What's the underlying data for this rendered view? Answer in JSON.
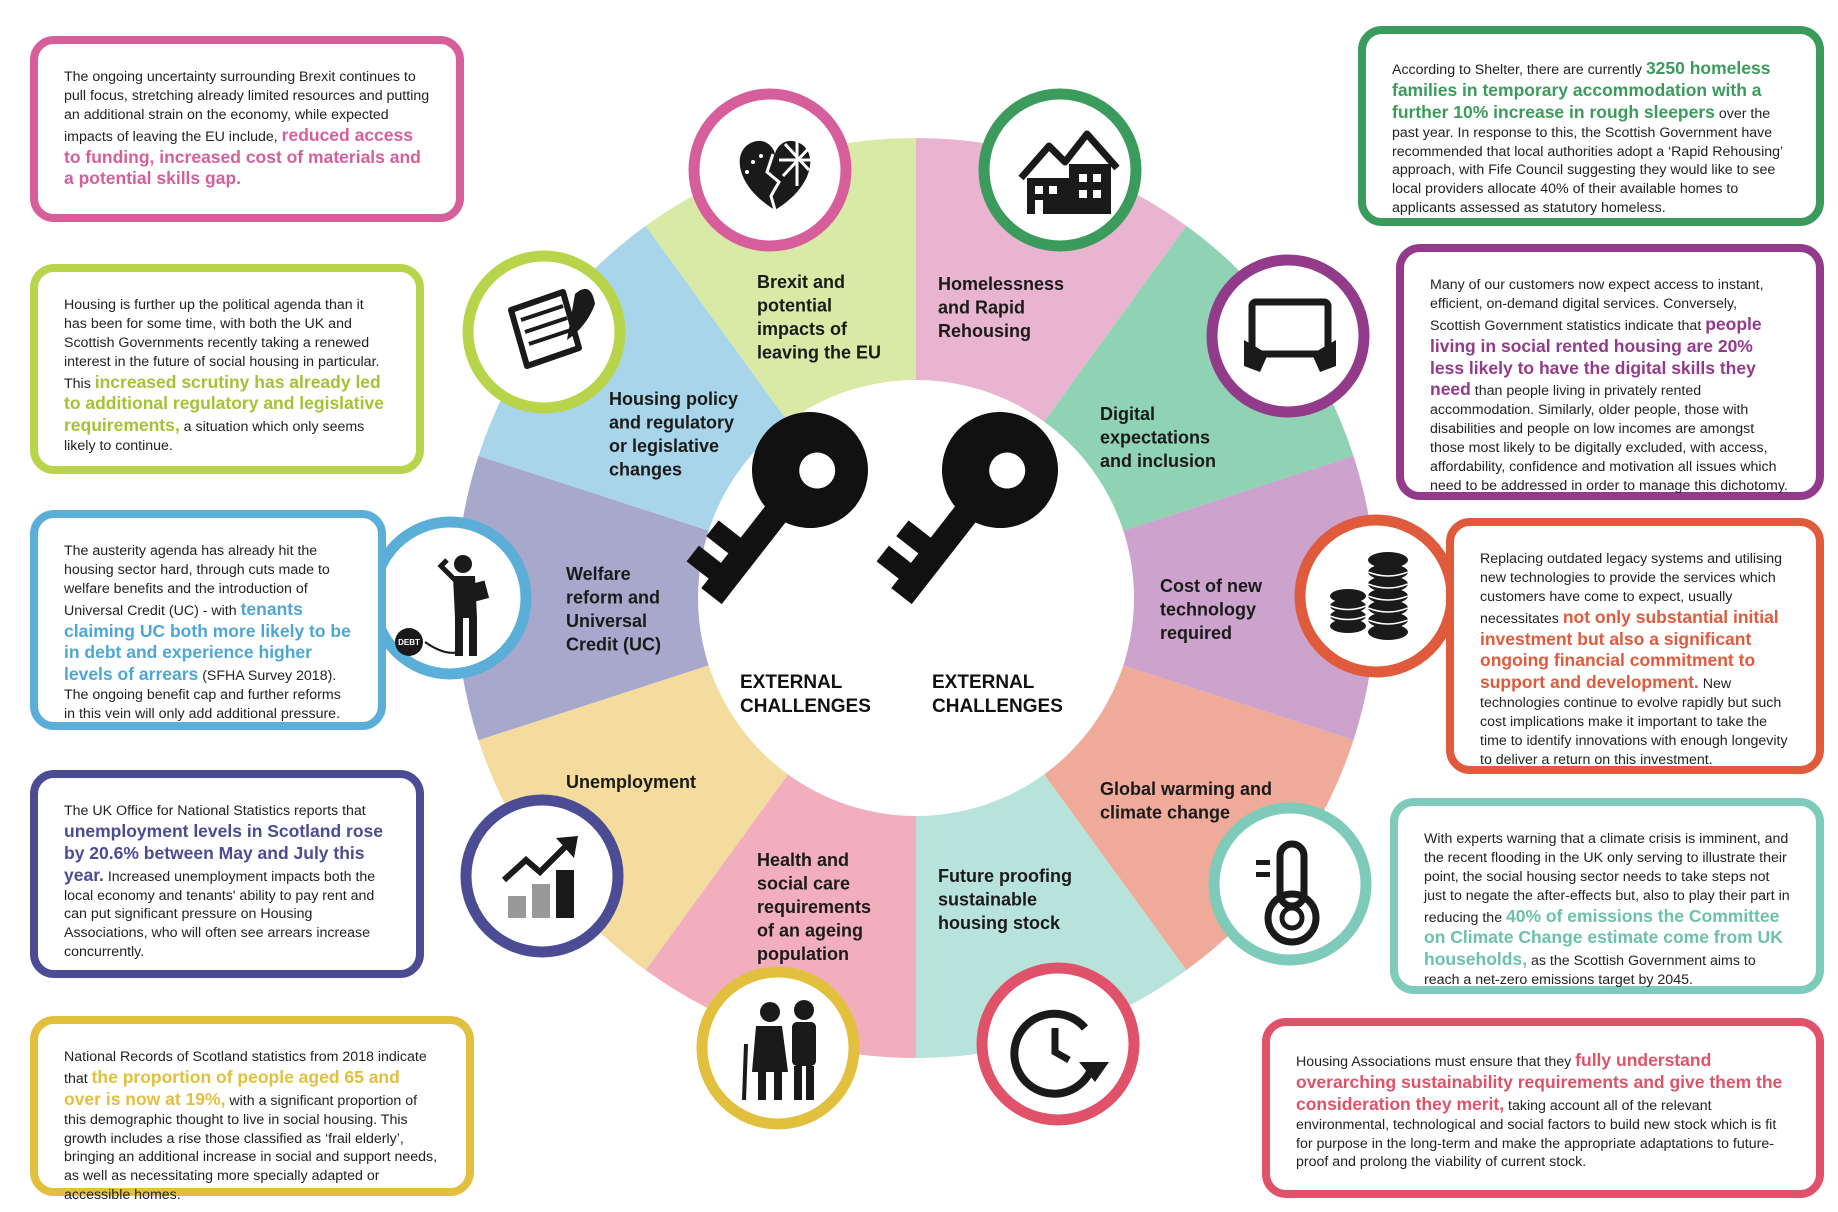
{
  "center": {
    "labels": [
      "EXTERNAL CHALLENGES",
      "EXTERNAL CHALLENGES"
    ]
  },
  "segments": [
    {
      "id": "brexit",
      "label": [
        "Brexit and",
        "potential",
        "impacts of",
        "leaving the EU"
      ],
      "color": "#e9b4cf",
      "ring": "#d65f9b",
      "icon": "broken-heart-flags-icon"
    },
    {
      "id": "homelessness",
      "label": [
        "Homelessness",
        "and Rapid",
        "Rehousing"
      ],
      "color": "#8fd2b4",
      "ring": "#3b9b5c",
      "icon": "houses-icon"
    },
    {
      "id": "digital",
      "label": [
        "Digital",
        "expectations",
        "and inclusion"
      ],
      "color": "#cba3cc",
      "ring": "#923b8b",
      "icon": "tablet-icon"
    },
    {
      "id": "technology",
      "label": [
        "Cost of new",
        "technology",
        "required"
      ],
      "color": "#f0aa9a",
      "ring": "#e05a3c",
      "icon": "coin-stacks-icon"
    },
    {
      "id": "climate",
      "label": [
        "Global warming and",
        "climate change"
      ],
      "color": "#b8e3db",
      "ring": "#7dcbb8",
      "icon": "thermometer-icon"
    },
    {
      "id": "future",
      "label": [
        "Future proofing",
        "sustainable",
        "housing stock"
      ],
      "color": "#f2aebc",
      "ring": "#e0526a",
      "icon": "clock-arrow-icon"
    },
    {
      "id": "health",
      "label": [
        "Health and",
        "social care",
        "requirements",
        "of an ageing",
        "population"
      ],
      "color": "#f3dc9e",
      "ring": "#e2c03e",
      "icon": "elderly-couple-icon"
    },
    {
      "id": "unemployment",
      "label": [
        "Unemployment"
      ],
      "color": "#a8a8cc",
      "ring": "#4b4c94",
      "icon": "rising-chart-icon"
    },
    {
      "id": "welfare",
      "label": [
        "Welfare",
        "reform and",
        "Universal",
        "Credit (UC)"
      ],
      "color": "#a8d5ea",
      "ring": "#5aaed8",
      "icon": "debt-man-icon"
    },
    {
      "id": "policy",
      "label": [
        "Housing policy",
        "and regulatory",
        "or legislative",
        "changes"
      ],
      "color": "#d9eaa6",
      "ring": "#b8d44a",
      "icon": "scroll-quill-icon"
    }
  ],
  "boxes": {
    "brexit": {
      "pre": "The ongoing uncertainty surrounding Brexit continues to pull focus, stretching already limited resources and putting an additional strain on the economy, while expected impacts of leaving the EU include, ",
      "hl": "reduced access to funding, increased cost of materials and a potential skills gap.",
      "post": ""
    },
    "policy": {
      "pre": "Housing is further up the political agenda than it has been for some time, with both the UK and Scottish Governments recently taking a renewed interest in the future of social housing in particular. This ",
      "hl": "increased scrutiny has already led to additional regulatory and legislative requirements,",
      "post": " a situation which only seems likely to continue."
    },
    "welfare": {
      "pre": "The austerity agenda has already hit the housing sector hard, through cuts made to welfare benefits and the introduction of Universal Credit (UC) - with ",
      "hl": "tenants claiming UC both more likely to be in debt and experience higher levels of arrears",
      "post": " (SFHA Survey 2018). The ongoing benefit cap and further reforms in this vein will only add additional pressure."
    },
    "unemployment": {
      "pre": "The UK Office for National Statistics reports that ",
      "hl": "unemployment levels in Scotland rose by 20.6% between May and July this year.",
      "post": " Increased unemployment impacts both the local economy and tenants' ability to pay rent and can put significant pressure on Housing Associations, who will often see arrears increase concurrently."
    },
    "health": {
      "pre": "National Records of Scotland statistics from 2018 indicate that ",
      "hl": "the proportion of people aged 65 and over is now at 19%,",
      "post": " with a significant proportion of this demographic thought to live in social housing. This growth includes a rise those classified as ‘frail elderly’, bringing an additional increase in social and support needs, as well as necessitating more specially adapted or accessible homes."
    },
    "homelessness": {
      "pre": "According to Shelter, there are currently ",
      "hl": "3250 homeless families in temporary accommodation with a further 10% increase in rough sleepers",
      "post": " over the past year. In response to this, the Scottish Government have recommended that local authorities adopt a ‘Rapid Rehousing’ approach, with Fife Council suggesting they would like to see local providers allocate 40% of their available homes to applicants assessed as statutory homeless."
    },
    "digital": {
      "pre": "Many of our customers now expect access to instant, efficient, on-demand digital services. Conversely, Scottish Government statistics indicate that ",
      "hl": "people living in social rented housing are 20% less likely to have the digital skills they need",
      "post": " than people living in privately rented accommodation. Similarly, older people, those with disabilities and people on low incomes are amongst those most likely to be digitally excluded, with access, affordability, confidence and motivation all issues which need to be addressed in order to manage this dichotomy."
    },
    "technology": {
      "pre": "Replacing outdated legacy systems and utilising new technologies to provide the services which customers have come to expect, usually necessitates ",
      "hl": "not only substantial initial investment but also a significant ongoing financial commitment to support and development.",
      "post": " New technologies continue to evolve rapidly but such cost implications make it important to take the time to identify innovations with enough longevity to deliver a return on this investment."
    },
    "climate": {
      "pre": "With experts warning that a climate crisis is imminent, and the recent flooding in the UK only serving to illustrate their point, the social housing sector needs to take steps not just to negate the after-effects but, also to play their part in reducing the ",
      "hl": "40% of emissions the Committee on Climate Change estimate come from UK households,",
      "post": " as the Scottish Government aims to reach a net-zero emissions target by 2045."
    },
    "future": {
      "pre": "Housing Associations must ensure that they ",
      "hl": "fully understand overarching sustainability requirements and give them the consideration they merit,",
      "post": " taking account all of the relevant environmental, technological and social factors to build new stock which is fit for purpose in the long-term and make the appropriate adaptations to future-proof and prolong the viability of current stock."
    },
    "debt_tag": "DEBT"
  }
}
